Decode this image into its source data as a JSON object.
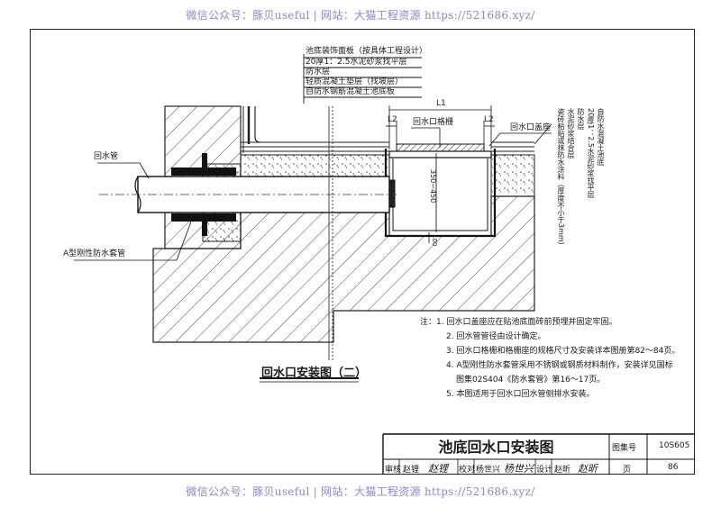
{
  "watermark_top": "微信公众号：豚贝useful  |  网站：大猫工程资源  https://521686.xyz/",
  "watermark_bottom": "微信公众号：豚贝useful  |  网站：大猫工程资源  https://521686.xyz/",
  "layer_callout": [
    "池底装饰面板（按具体工程设计）",
    "20厚1：2.5水泥砂浆找平层",
    "防水层",
    "轻质混凝土垫层（找坡层）",
    "自防水钢筋混凝土池底板"
  ],
  "right_layers": [
    "瓷砖粘贴或抹防水涂料（厚度不小于3mm）",
    "水泥砂浆结合层",
    "防水层",
    "20厚1：2.5水泥砂浆找平层",
    "自防水混凝土池底"
  ],
  "labels": {
    "L1": "L1",
    "L2_left": "L2",
    "L2_right": "L2",
    "grate": "回水口格栅",
    "cover": "回水口盖座",
    "return_pipe": "回水管",
    "sleeve": "A型刚性防水套管",
    "depth": "350~450",
    "dim100": "100"
  },
  "diagram_title": "回水口安装图（二）",
  "notes_prefix": "注：",
  "notes": [
    "1. 回水口盖座应在贴池底面砖前预埋并固定牢固。",
    "2. 回水管管径由设计确定。",
    "3. 回水口格栅和格栅座的规格尺寸及安装详本图册第82～84页。",
    "4. A型刚性防水套管采用不锈钢或钢质材料制作，安装详见国标",
    "图集02S404《防水套管》第16～17页。",
    "5. 本图适用于回水口回水管侧排水安装。"
  ],
  "title_block": {
    "title": "池底回水口安装图",
    "atlas_label": "图集号",
    "atlas_no": "10S605",
    "page_label": "页",
    "page_no": "86",
    "review_label": "审核",
    "reviewer": "赵锂",
    "reviewer_sign": "赵锂",
    "check_label": "校对",
    "checker": "杨世兴",
    "checker_sign": "杨世兴",
    "design_label": "设计",
    "designer": "赵昕",
    "designer_sign": "赵昕"
  }
}
